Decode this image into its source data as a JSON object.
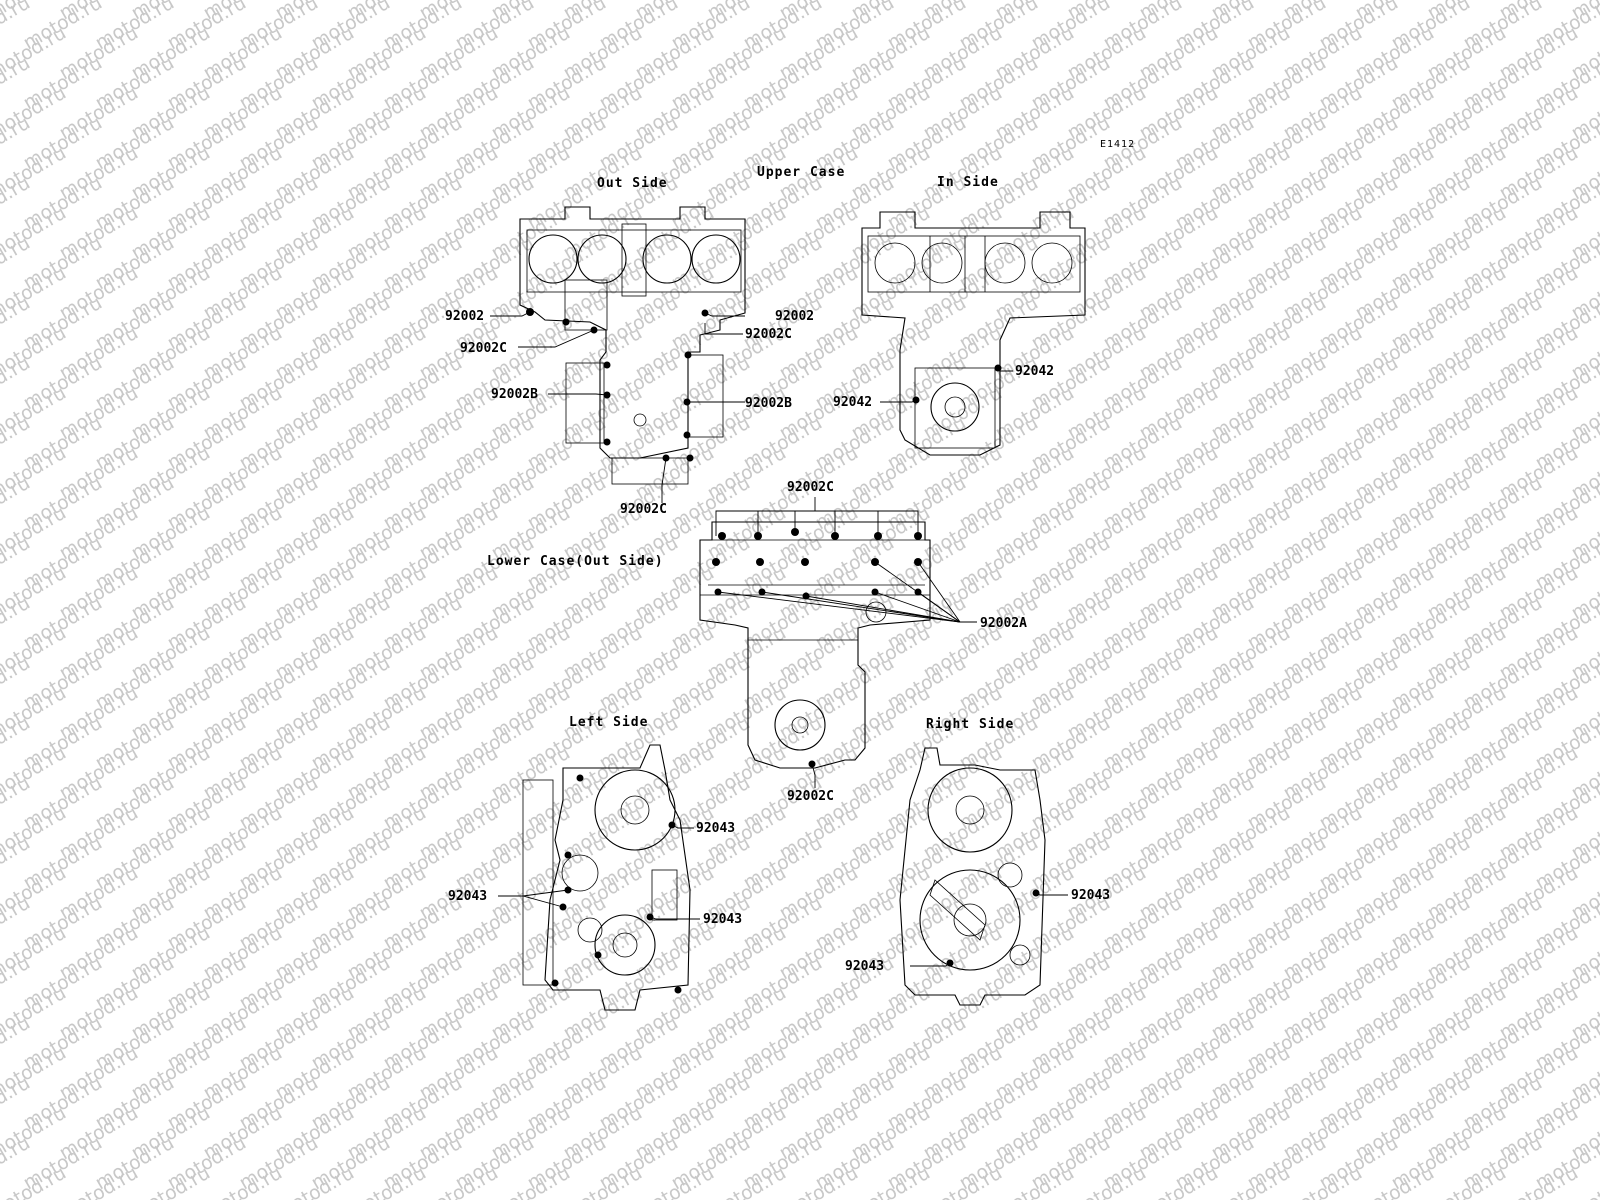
{
  "watermark": "motod.ru",
  "diagram_code": "E1412",
  "titles": {
    "upper_case": "Upper Case",
    "out_side": "Out Side",
    "in_side": "In Side",
    "lower_case": "Lower Case(Out Side)",
    "left_side": "Left Side",
    "right_side": "Right Side"
  },
  "callouts": {
    "upper_out_a": "92002",
    "upper_out_b": "92002",
    "upper_out_c": "92002C",
    "upper_out_d": "92002C",
    "upper_out_e": "92002B",
    "upper_out_f": "92002B",
    "upper_out_g": "92002C",
    "upper_in_a": "92042",
    "upper_in_b": "92042",
    "lower_top": "92002C",
    "lower_right": "92002A",
    "lower_bottom": "92002C",
    "left_a": "92043",
    "left_b": "92043",
    "left_c": "92043",
    "right_a": "92043",
    "right_b": "92043"
  },
  "colors": {
    "line": "#000000",
    "watermark": "#c8c8c8",
    "background": "#ffffff"
  }
}
